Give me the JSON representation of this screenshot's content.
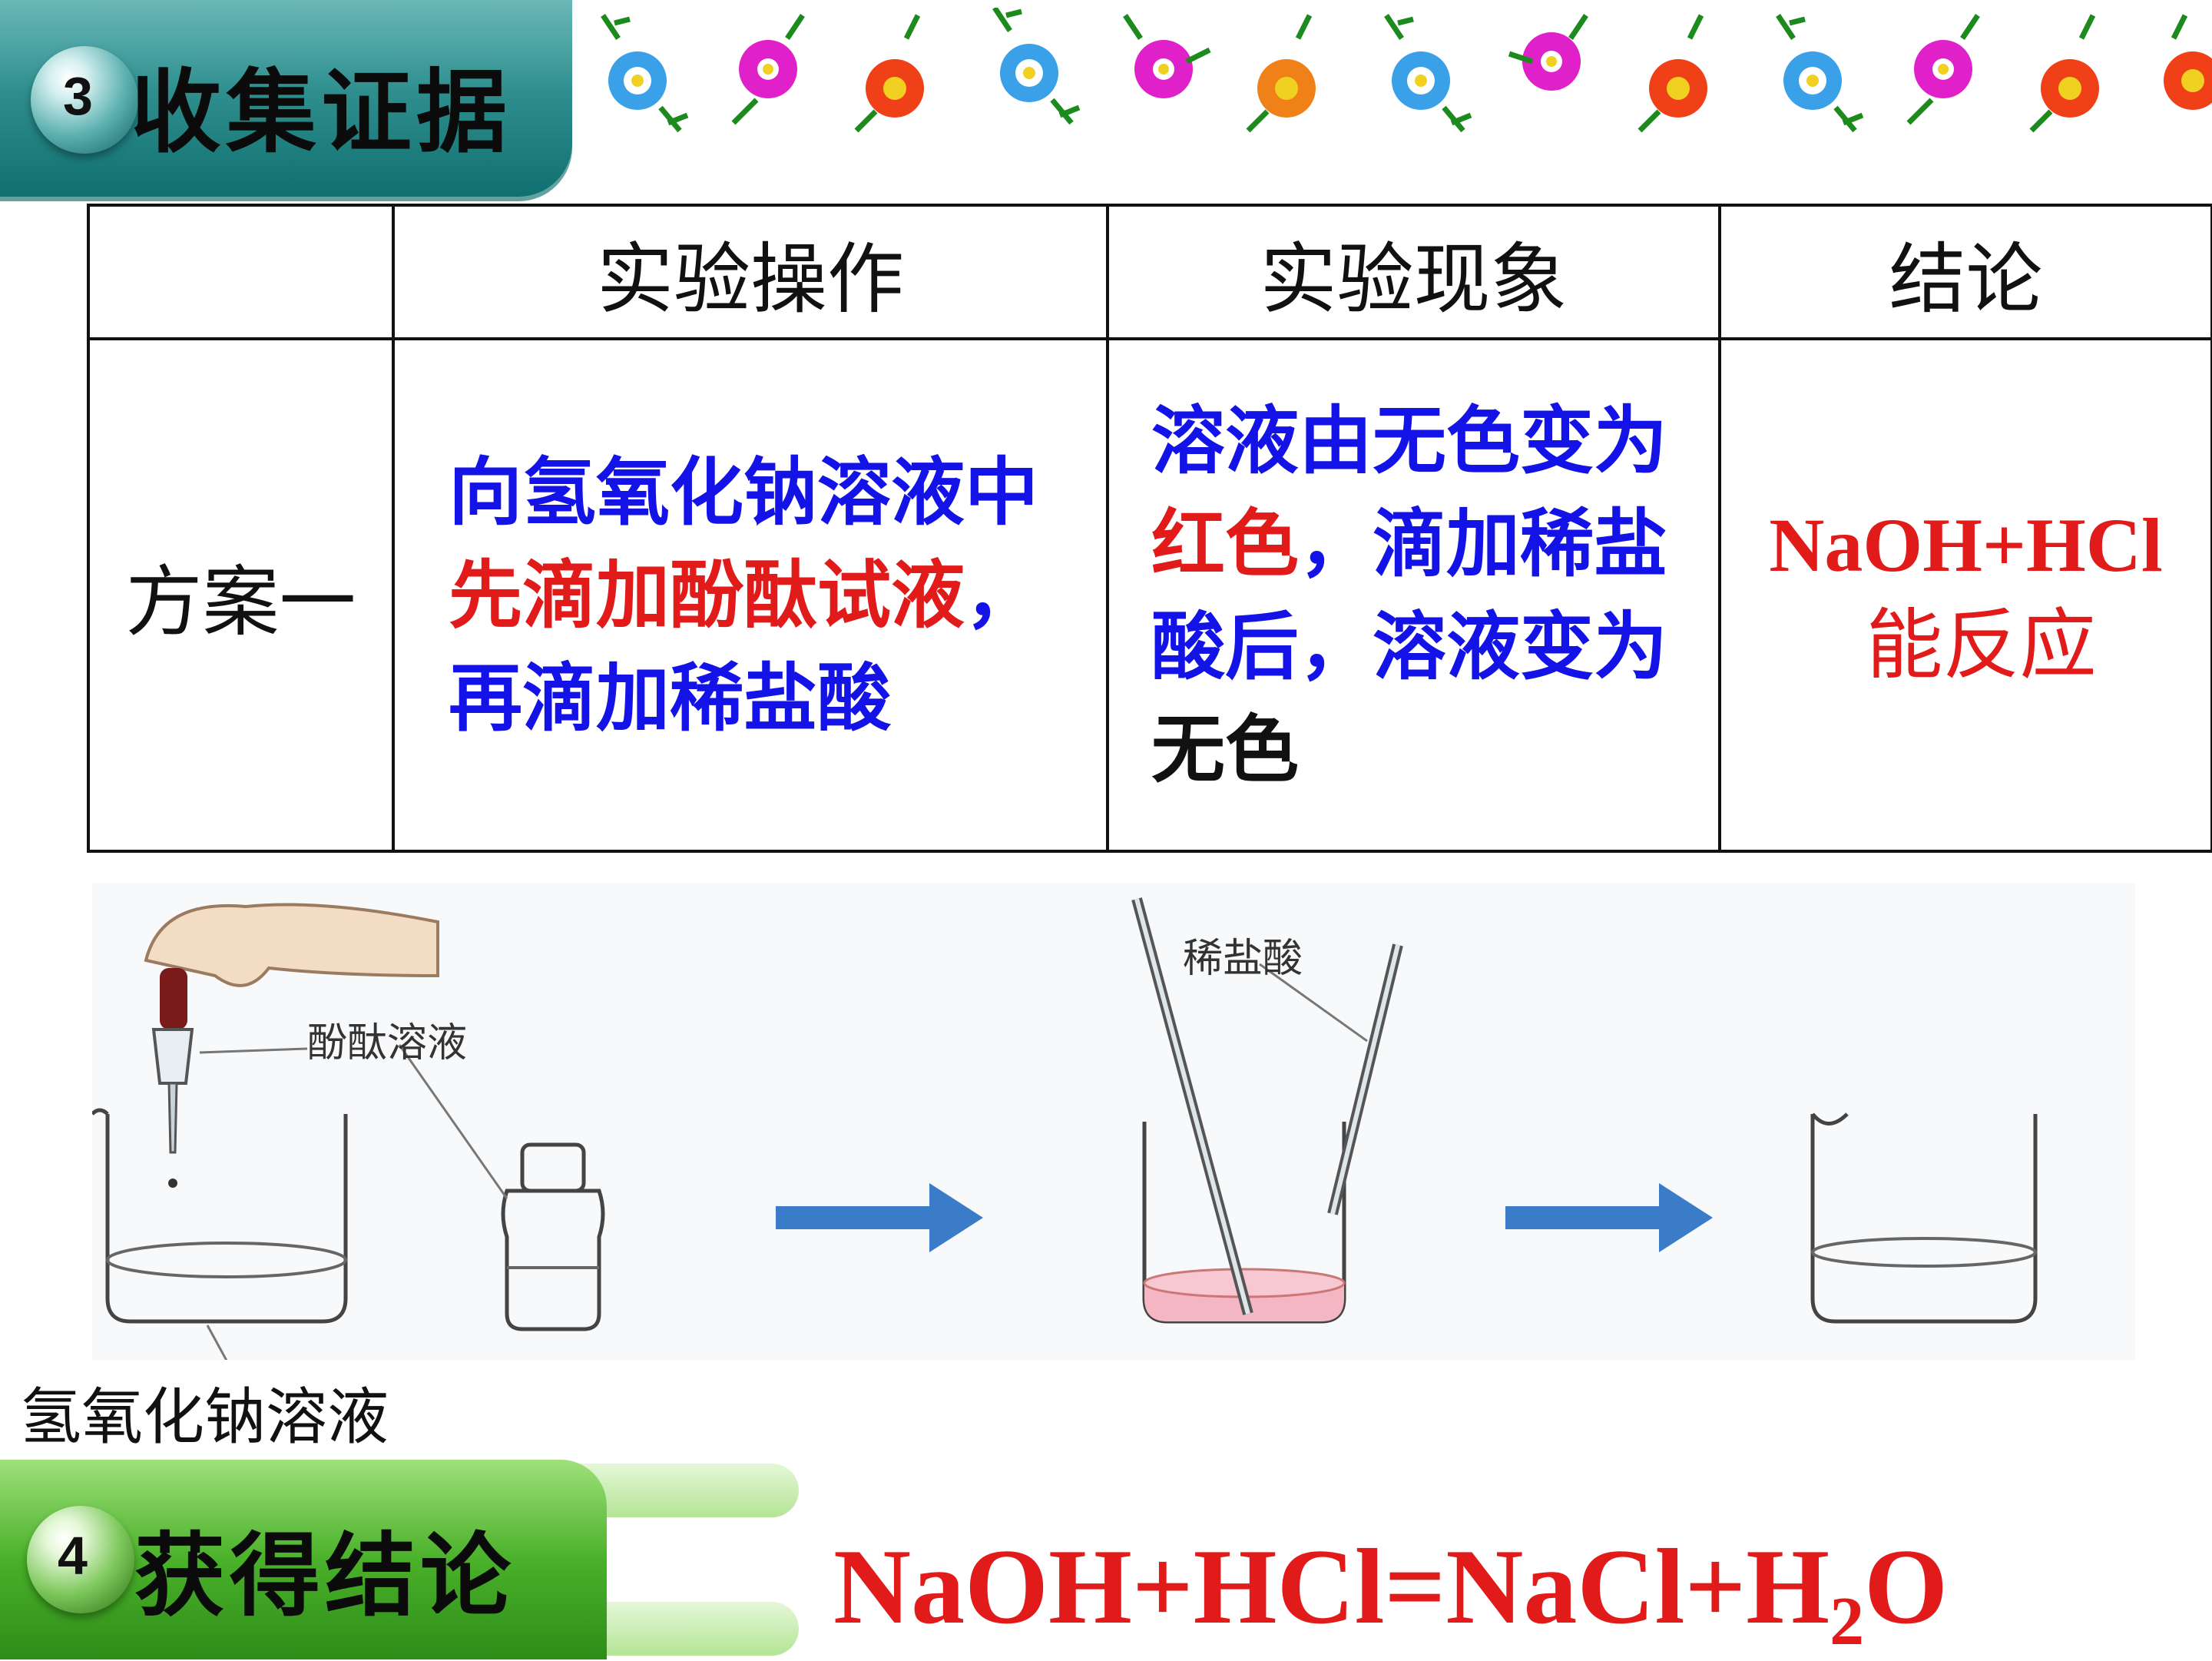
{
  "section3": {
    "number": "3",
    "title": "收集证据"
  },
  "section4": {
    "number": "4",
    "title": "获得结论"
  },
  "table": {
    "headers": [
      "",
      "实验操作",
      "实验现象",
      "结论"
    ],
    "row": {
      "label": "方案一",
      "operation": {
        "part1": "向氢氧化钠溶液中",
        "part2": "先滴加酚酞试液",
        "part3": "，再滴加稀盐酸"
      },
      "phenomenon": {
        "part1": "溶液由无色变为",
        "part2": "红色",
        "part3": "，滴加稀盐酸后，溶液变为",
        "part4": "无色"
      },
      "conclusion": {
        "line1": "NaOH+HCl",
        "line2": "能反应"
      }
    }
  },
  "illustration": {
    "label_phenolphthalein": "酚酞溶液",
    "label_hcl": "稀盐酸",
    "label_naoh": "氢氧化钠溶液"
  },
  "equation": {
    "left": "NaOH+HCl=NaCl+H",
    "subscript": "2",
    "right": "O"
  },
  "colors": {
    "blue_text": "#1313e8",
    "red_text": "#e11a1a",
    "teal_header": "#2f8f8f",
    "green_header": "#4ab12a",
    "pink_solution": "#f4b6c2"
  }
}
